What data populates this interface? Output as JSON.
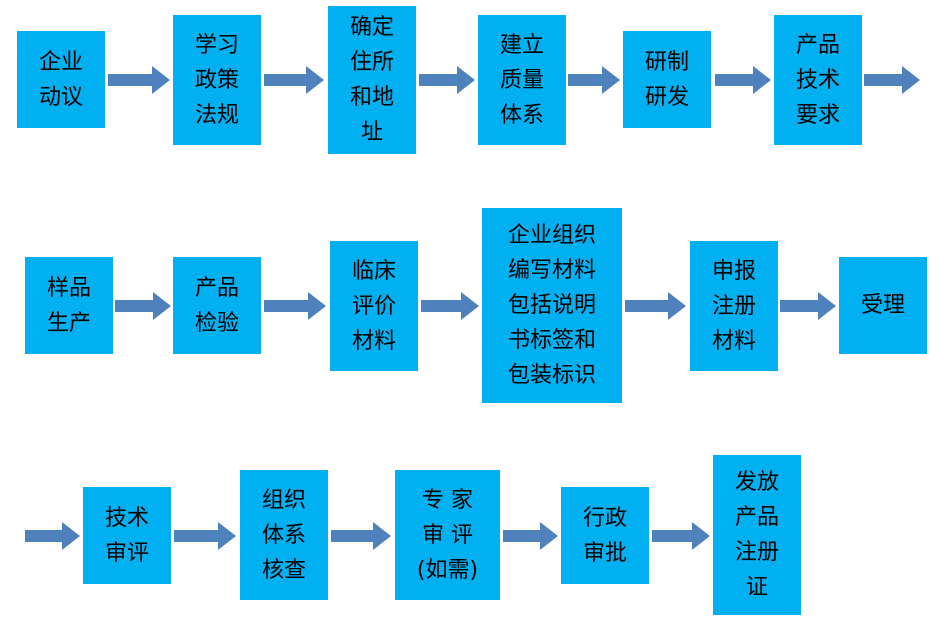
{
  "rows": [
    {
      "steps": [
        {
          "label": "企业\n动议"
        },
        {
          "label": "学习\n政策\n法规"
        },
        {
          "label": "确定\n住所\n和地\n址"
        },
        {
          "label": "建立\n质量\n体系"
        },
        {
          "label": "研制\n研发"
        },
        {
          "label": "产品\n技术\n要求"
        }
      ]
    },
    {
      "steps": [
        {
          "label": "样品\n生产"
        },
        {
          "label": "产品\n检验"
        },
        {
          "label": "临床\n评价\n材料"
        },
        {
          "label": "企业组织\n编写材料\n包括说明\n书标签和\n包装标识"
        },
        {
          "label": "申报\n注册\n材料"
        },
        {
          "label": "受理"
        }
      ]
    },
    {
      "steps": [
        {
          "label": "技术\n审评"
        },
        {
          "label": "组织\n体系\n核查"
        },
        {
          "label": "专  家\n审  评\n(如需)"
        },
        {
          "label": "行政\n审批"
        },
        {
          "label": "发放\n产品\n注册\n证"
        }
      ]
    }
  ],
  "colors": {
    "box": "#00b0f0",
    "arrow": "#4f81bd"
  }
}
